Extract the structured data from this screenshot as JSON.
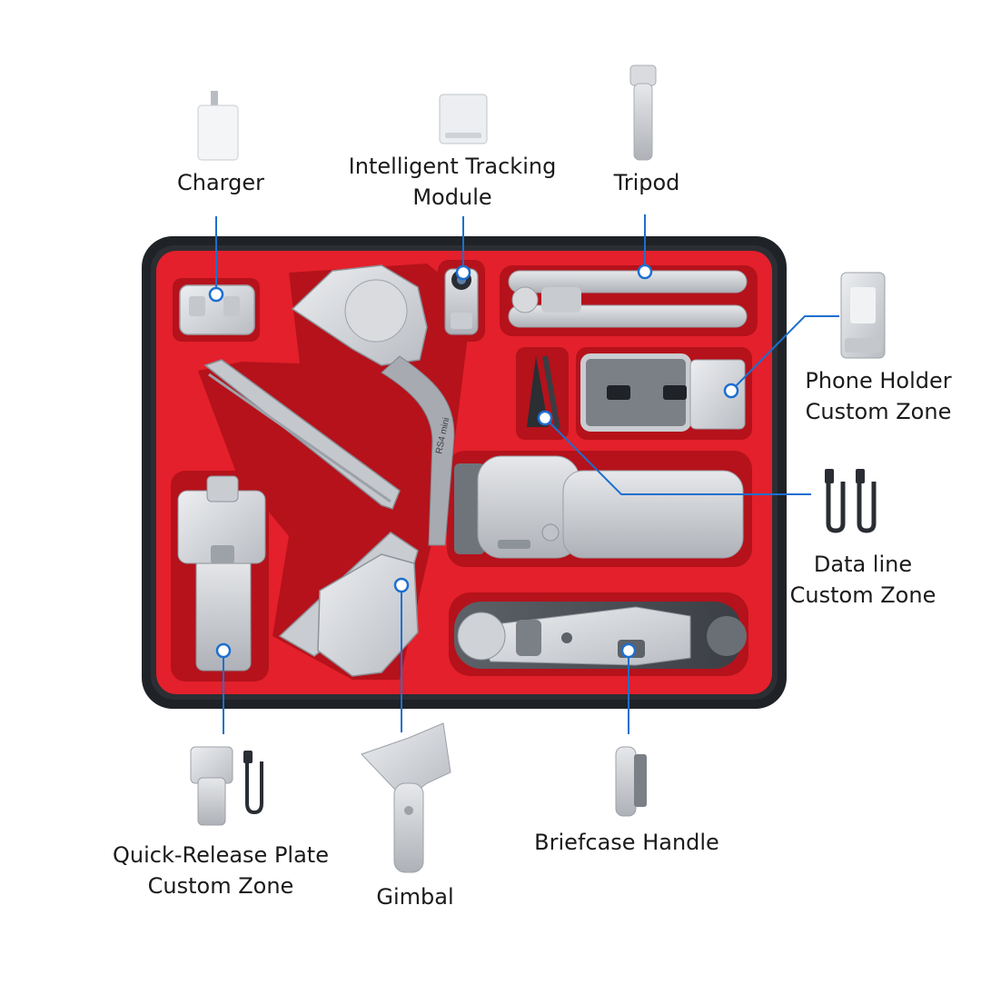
{
  "colors": {
    "foam": "#e3202b",
    "foam_dark": "#b5121b",
    "case_frame": "#1f2226",
    "callout_line": "#1d6fcf",
    "product_gray": "#d4d6da"
  },
  "labels": {
    "charger": "Charger",
    "tracking_module": [
      "Intelligent Tracking",
      "Module"
    ],
    "tripod": "Tripod",
    "phone_holder": [
      "Phone Holder",
      "Custom Zone"
    ],
    "data_line": [
      "Data line",
      "Custom Zone"
    ],
    "quick_release": [
      "Quick-Release Plate",
      "Custom Zone"
    ],
    "gimbal": "Gimbal",
    "briefcase_handle": "Briefcase Handle"
  },
  "product_text": {
    "gimbal_brand": "RS4 mini"
  }
}
